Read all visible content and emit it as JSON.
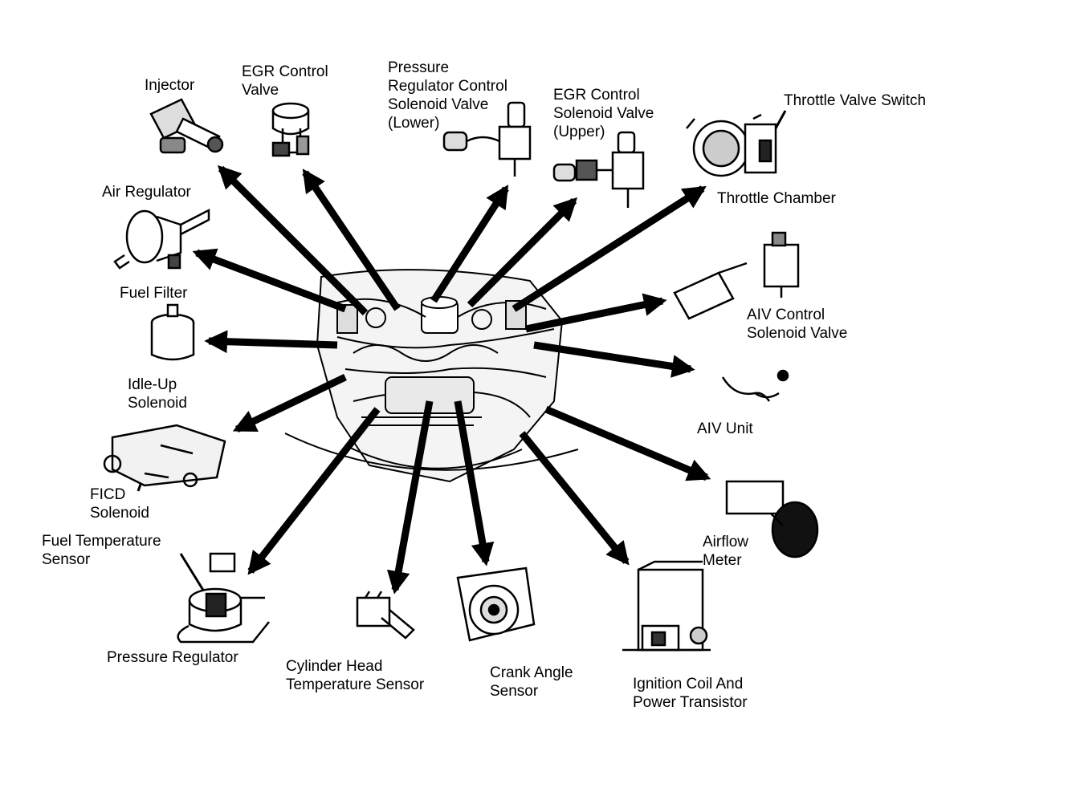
{
  "labels": {
    "injector": [
      "Injector"
    ],
    "egr_control_valve": [
      "EGR Control",
      "Valve"
    ],
    "pressure_regulator_solenoid": [
      "Pressure",
      "Regulator Control",
      "Solenoid Valve",
      "(Lower)"
    ],
    "egr_control_solenoid": [
      "EGR Control",
      "Solenoid Valve",
      "(Upper)"
    ],
    "throttle_valve_switch": [
      "Throttle Valve Switch"
    ],
    "throttle_chamber": [
      "Throttle Chamber"
    ],
    "air_regulator": [
      "Air Regulator"
    ],
    "aiv_control_solenoid": [
      "AIV Control",
      "Solenoid Valve"
    ],
    "fuel_filter": [
      "Fuel Filter"
    ],
    "idle_up_solenoid": [
      "Idle-Up",
      "Solenoid"
    ],
    "aiv_unit": [
      "AIV Unit"
    ],
    "ficd_solenoid": [
      "FICD",
      "Solenoid"
    ],
    "airflow_meter": [
      "Airflow",
      "Meter"
    ],
    "fuel_temperature_sensor": [
      "Fuel Temperature",
      "Sensor"
    ],
    "pressure_regulator": [
      "Pressure Regulator"
    ],
    "cylinder_head_temp_sensor": [
      "Cylinder Head",
      "Temperature Sensor"
    ],
    "crank_angle_sensor": [
      "Crank Angle",
      "Sensor"
    ],
    "ignition_coil": [
      "Ignition Coil And",
      "Power Transistor"
    ]
  }
}
